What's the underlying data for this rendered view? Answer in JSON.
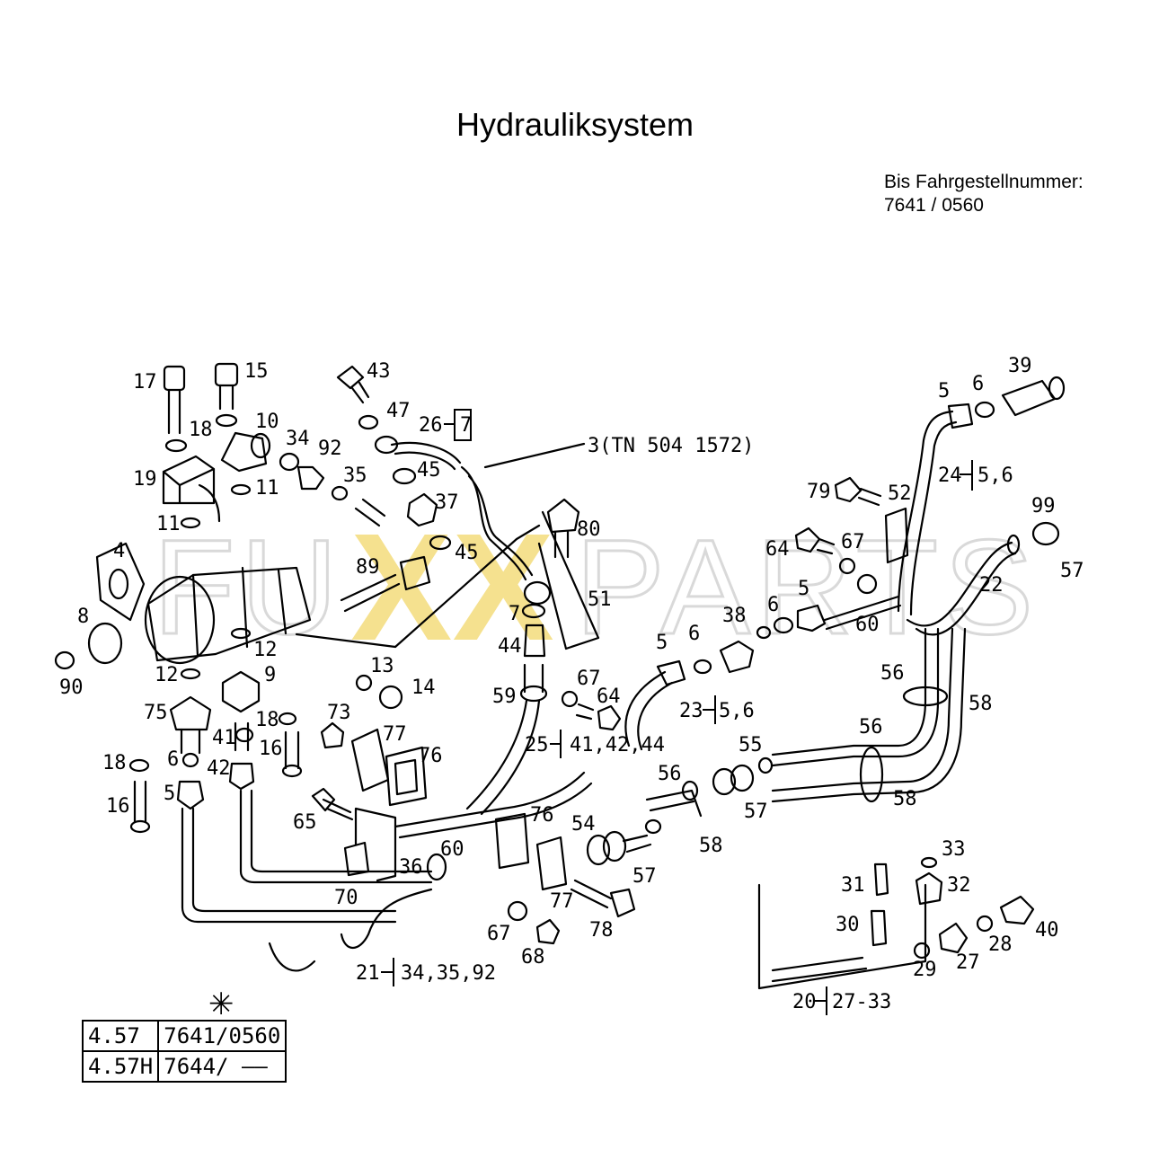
{
  "title": "Hydrauliksystem",
  "serial_range": {
    "label": "Bis Fahrgestellnummer:",
    "value": "7641 / 0560"
  },
  "watermark": {
    "left": "FU",
    "mid": "XX",
    "right": "PARTS"
  },
  "callouts": [
    {
      "id": "c17",
      "text": "17"
    },
    {
      "id": "c15",
      "text": "15"
    },
    {
      "id": "c43",
      "text": "43"
    },
    {
      "id": "c47",
      "text": "47"
    },
    {
      "id": "c26",
      "text": "26"
    },
    {
      "id": "c26r",
      "text": "7"
    },
    {
      "id": "c3",
      "text": "3(TN 504 1572)"
    },
    {
      "id": "c18a",
      "text": "18"
    },
    {
      "id": "c10",
      "text": "10"
    },
    {
      "id": "c34",
      "text": "34"
    },
    {
      "id": "c92",
      "text": "92"
    },
    {
      "id": "c19",
      "text": "19"
    },
    {
      "id": "c11a",
      "text": "11"
    },
    {
      "id": "c35",
      "text": "35"
    },
    {
      "id": "c45a",
      "text": "45"
    },
    {
      "id": "c37",
      "text": "37"
    },
    {
      "id": "c11b",
      "text": "11"
    },
    {
      "id": "c45b",
      "text": "45"
    },
    {
      "id": "c80",
      "text": "80"
    },
    {
      "id": "c4",
      "text": "4"
    },
    {
      "id": "c89",
      "text": "89"
    },
    {
      "id": "c51",
      "text": "51"
    },
    {
      "id": "c8",
      "text": "8"
    },
    {
      "id": "c7",
      "text": "7"
    },
    {
      "id": "c44",
      "text": "44"
    },
    {
      "id": "c90",
      "text": "90"
    },
    {
      "id": "c12a",
      "text": "12"
    },
    {
      "id": "c12b",
      "text": "12"
    },
    {
      "id": "c9",
      "text": "9"
    },
    {
      "id": "c13",
      "text": "13"
    },
    {
      "id": "c14",
      "text": "14"
    },
    {
      "id": "c75",
      "text": "75"
    },
    {
      "id": "c59",
      "text": "59"
    },
    {
      "id": "c67a",
      "text": "67"
    },
    {
      "id": "c64a",
      "text": "64"
    },
    {
      "id": "c73",
      "text": "73"
    },
    {
      "id": "c77a",
      "text": "77"
    },
    {
      "id": "c18b",
      "text": "18"
    },
    {
      "id": "c41",
      "text": "41"
    },
    {
      "id": "c16a",
      "text": "16"
    },
    {
      "id": "c76a",
      "text": "76"
    },
    {
      "id": "c18c",
      "text": "18"
    },
    {
      "id": "c6a",
      "text": "6"
    },
    {
      "id": "c42",
      "text": "42"
    },
    {
      "id": "c5a",
      "text": "5"
    },
    {
      "id": "c16b",
      "text": "16"
    },
    {
      "id": "c25",
      "text": "25"
    },
    {
      "id": "c25r",
      "text": "41,42,44"
    },
    {
      "id": "c65",
      "text": "65"
    },
    {
      "id": "c76b",
      "text": "76"
    },
    {
      "id": "c54",
      "text": "54"
    },
    {
      "id": "c36",
      "text": "36"
    },
    {
      "id": "c60a",
      "text": "60"
    },
    {
      "id": "c70",
      "text": "70"
    },
    {
      "id": "c57a",
      "text": "57"
    },
    {
      "id": "c77b",
      "text": "77"
    },
    {
      "id": "c78",
      "text": "78"
    },
    {
      "id": "c67b",
      "text": "67"
    },
    {
      "id": "c68",
      "text": "68"
    },
    {
      "id": "c21",
      "text": "21"
    },
    {
      "id": "c21r",
      "text": "34,35,92"
    },
    {
      "id": "c5b",
      "text": "5"
    },
    {
      "id": "c6b",
      "text": "6"
    },
    {
      "id": "c38",
      "text": "38"
    },
    {
      "id": "c6c",
      "text": "6"
    },
    {
      "id": "c5c",
      "text": "5"
    },
    {
      "id": "c23",
      "text": "23"
    },
    {
      "id": "c23r",
      "text": "5,6"
    },
    {
      "id": "c55",
      "text": "55"
    },
    {
      "id": "c56a",
      "text": "56"
    },
    {
      "id": "c57b",
      "text": "57"
    },
    {
      "id": "c58a",
      "text": "58"
    },
    {
      "id": "c79",
      "text": "79"
    },
    {
      "id": "c52",
      "text": "52"
    },
    {
      "id": "c64b",
      "text": "64"
    },
    {
      "id": "c67c",
      "text": "67"
    },
    {
      "id": "c60b",
      "text": "60"
    },
    {
      "id": "c5d",
      "text": "5"
    },
    {
      "id": "c6d",
      "text": "6"
    },
    {
      "id": "c39",
      "text": "39"
    },
    {
      "id": "c24",
      "text": "24"
    },
    {
      "id": "c24r",
      "text": "5,6"
    },
    {
      "id": "c99",
      "text": "99"
    },
    {
      "id": "c57c",
      "text": "57"
    },
    {
      "id": "c22",
      "text": "22"
    },
    {
      "id": "c56b",
      "text": "56"
    },
    {
      "id": "c58b",
      "text": "58"
    },
    {
      "id": "c56c",
      "text": "56"
    },
    {
      "id": "c58c",
      "text": "58"
    },
    {
      "id": "c33",
      "text": "33"
    },
    {
      "id": "c31",
      "text": "31"
    },
    {
      "id": "c32",
      "text": "32"
    },
    {
      "id": "c30",
      "text": "30"
    },
    {
      "id": "c40",
      "text": "40"
    },
    {
      "id": "c28",
      "text": "28"
    },
    {
      "id": "c29",
      "text": "29"
    },
    {
      "id": "c27",
      "text": "27"
    },
    {
      "id": "c20",
      "text": "20"
    },
    {
      "id": "c20r",
      "text": "27-33"
    }
  ],
  "legend": {
    "marker": "✳",
    "rows": [
      {
        "model": "4.57",
        "serial": "7641/0560"
      },
      {
        "model": "4.57H",
        "serial": "7644/ ——"
      }
    ]
  }
}
